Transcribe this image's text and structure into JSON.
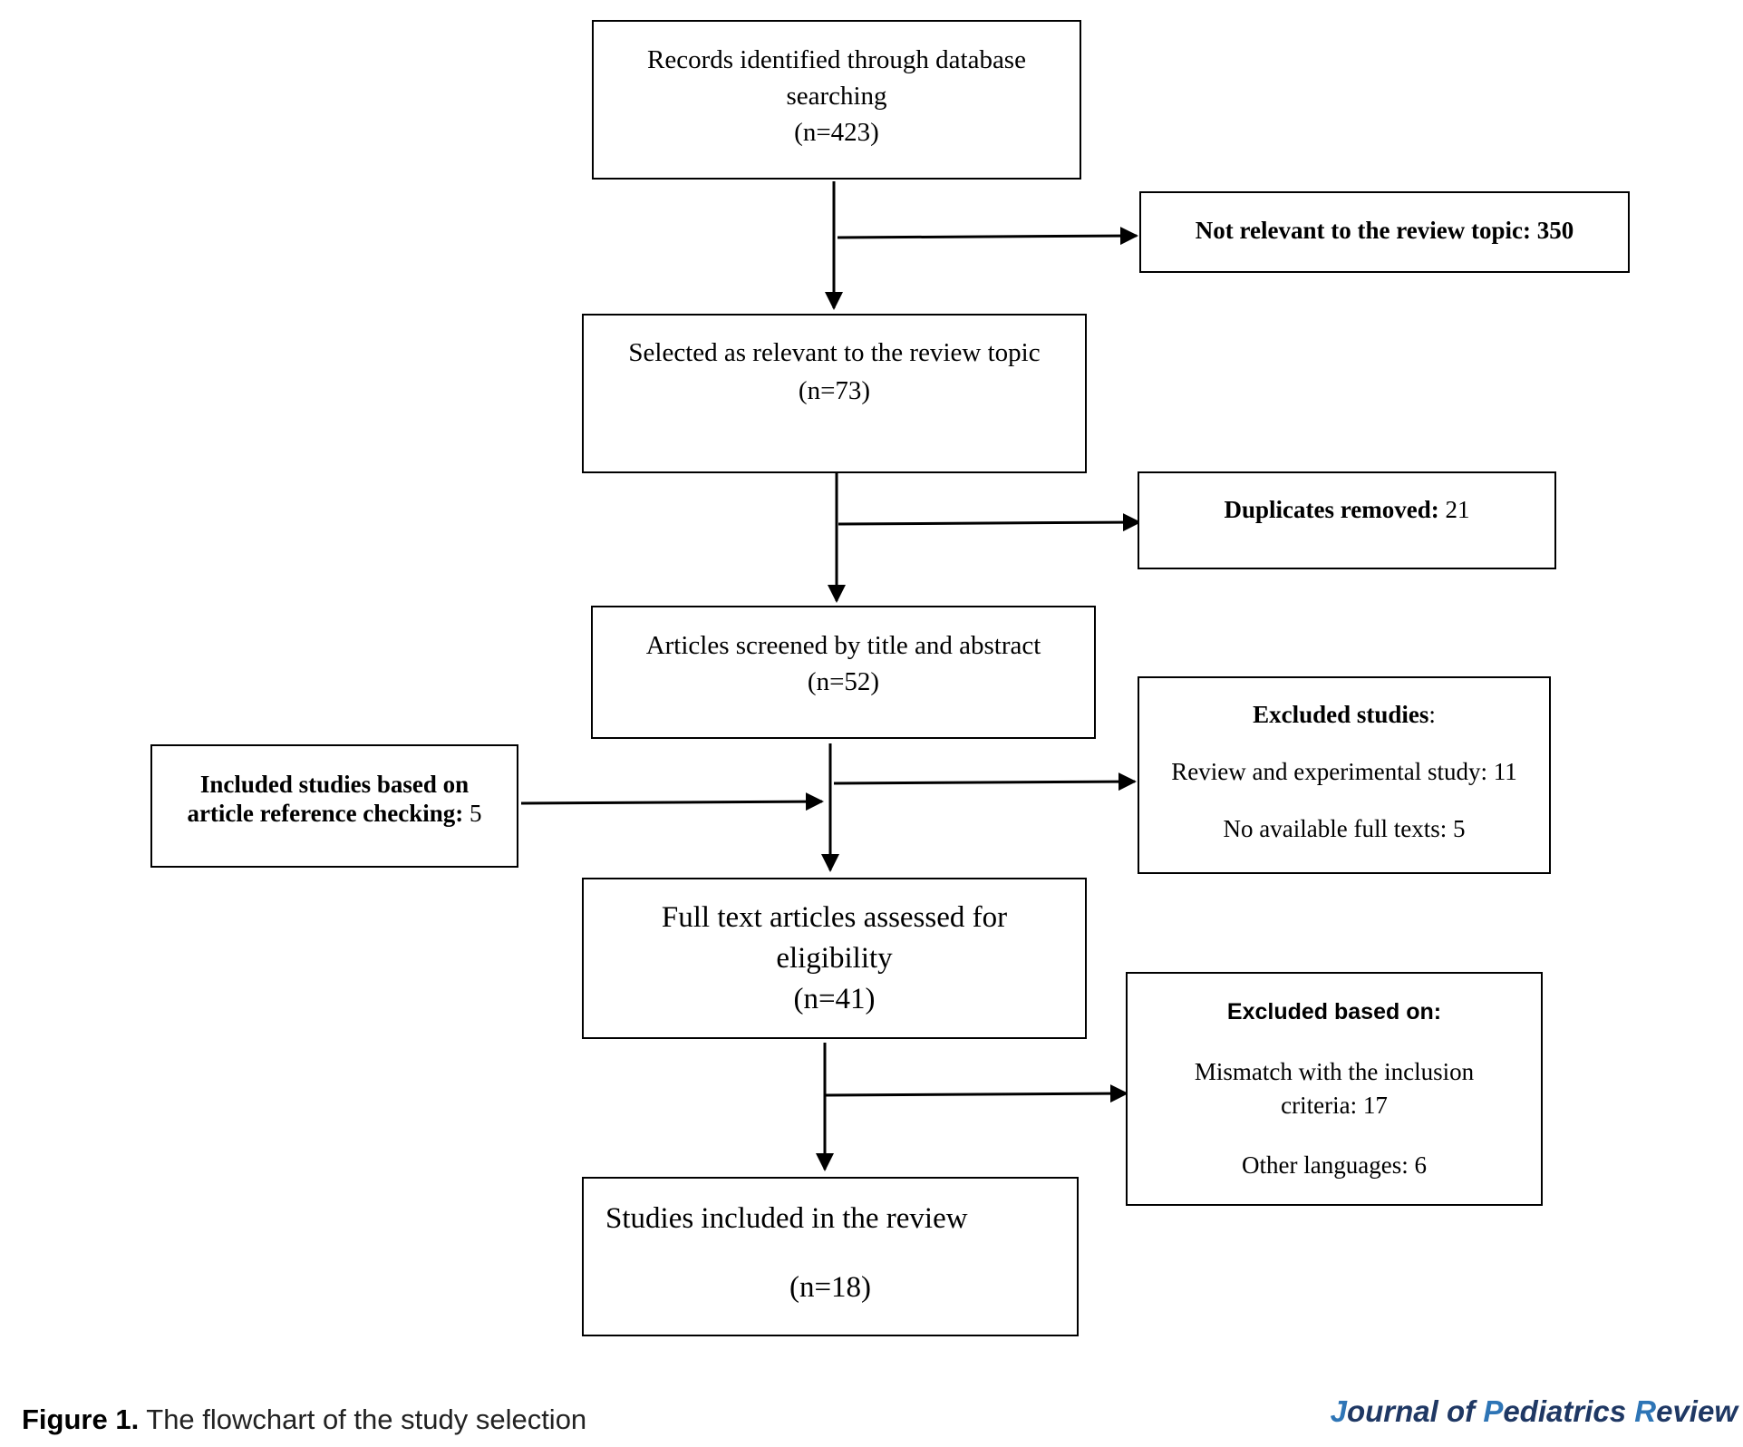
{
  "flowchart": {
    "records": {
      "line1": "Records identified through database",
      "line2": "searching",
      "count": "(n=423)"
    },
    "not_relevant": {
      "label": "Not relevant to the review topic: 350"
    },
    "selected": {
      "line1": "Selected as relevant to the review topic",
      "count": "(n=73)"
    },
    "duplicates": {
      "label": "Duplicates removed:",
      "value": " 21"
    },
    "screened": {
      "line1": "Articles screened by title and abstract",
      "count": "(n=52)"
    },
    "excluded_studies": {
      "heading": "Excluded studies",
      "colon": ":",
      "item1": "Review and experimental study: 11",
      "item2": "No available full texts: 5"
    },
    "reference_checking": {
      "line1": "Included studies based on",
      "line2": "article reference checking:",
      "value": " 5"
    },
    "full_text": {
      "line1": "Full text articles assessed for",
      "line2": "eligibility",
      "count": "(n=41)"
    },
    "excluded_based_on": {
      "heading": "Excluded based on:",
      "item1_line1": "Mismatch with the inclusion",
      "item1_line2": "criteria: 17",
      "item2": "Other languages: 6"
    },
    "included": {
      "line1": "Studies included in the review",
      "count": "(n=18)"
    }
  },
  "caption": {
    "label": "Figure 1.",
    "text": " The flowchart of the study selection"
  },
  "journal": {
    "j": "J",
    "ournal_of": "ournal of ",
    "p": "P",
    "ediatrics": "ediatrics ",
    "r": "R",
    "eview": "eview"
  }
}
